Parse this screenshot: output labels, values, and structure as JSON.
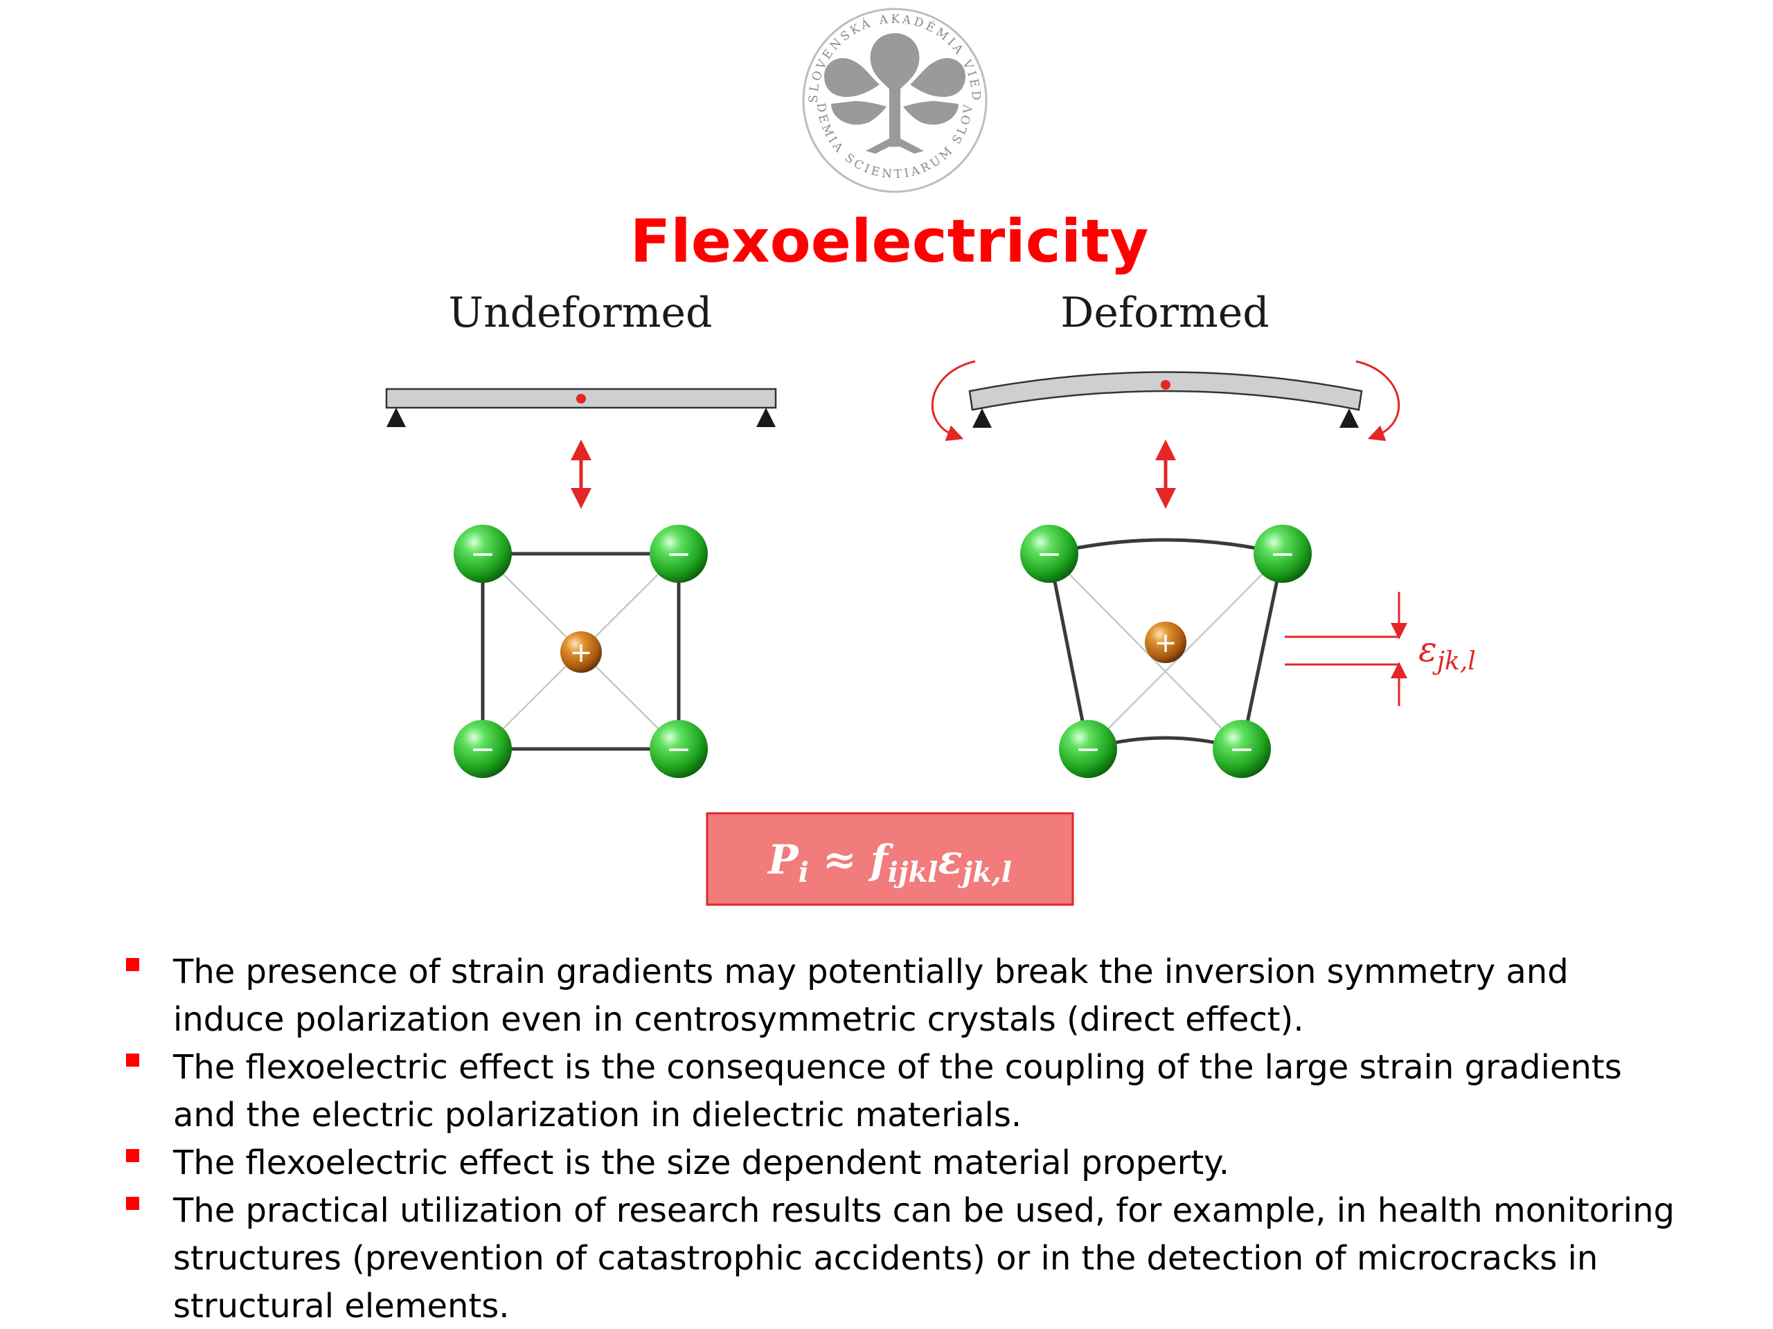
{
  "logo": {
    "name": "Slovak Academy of Sciences seal",
    "text_top": "SLOVENSKÁ AKADÉMIA VIED",
    "text_bottom": "ACADEMIA SCIENTIARUM SLOVACA",
    "color": "#9a9a9a"
  },
  "title": "Flexoelectricity",
  "panels": {
    "left_label": "Undeformed",
    "right_label": "Deformed"
  },
  "charges": {
    "anion": "−",
    "cation": "+"
  },
  "strain_gradient_label": "εjk,l",
  "equation": "Pi ≈ fijklεjk,l",
  "bullets": [
    "The presence of strain gradients may potentially break the inversion symmetry and induce polarization even in centrosymmetric crystals (direct effect).",
    "The flexoelectric effect is the consequence of the coupling of the large strain gradients and the electric polarization in dielectric materials.",
    "The flexoelectric effect is the size dependent material property.",
    "The practical utilization of research results can be used, for example, in health monitoring structures (prevention of catastrophic accidents) or in the detection of microcracks in structural elements."
  ],
  "colors": {
    "title": "#ff0000",
    "accent_red": "#e32626",
    "anion_green": "#22b022",
    "cation_orange": "#c9771e",
    "beam_fill": "#cfcfcf",
    "equation_fill": "#f27b7b"
  }
}
